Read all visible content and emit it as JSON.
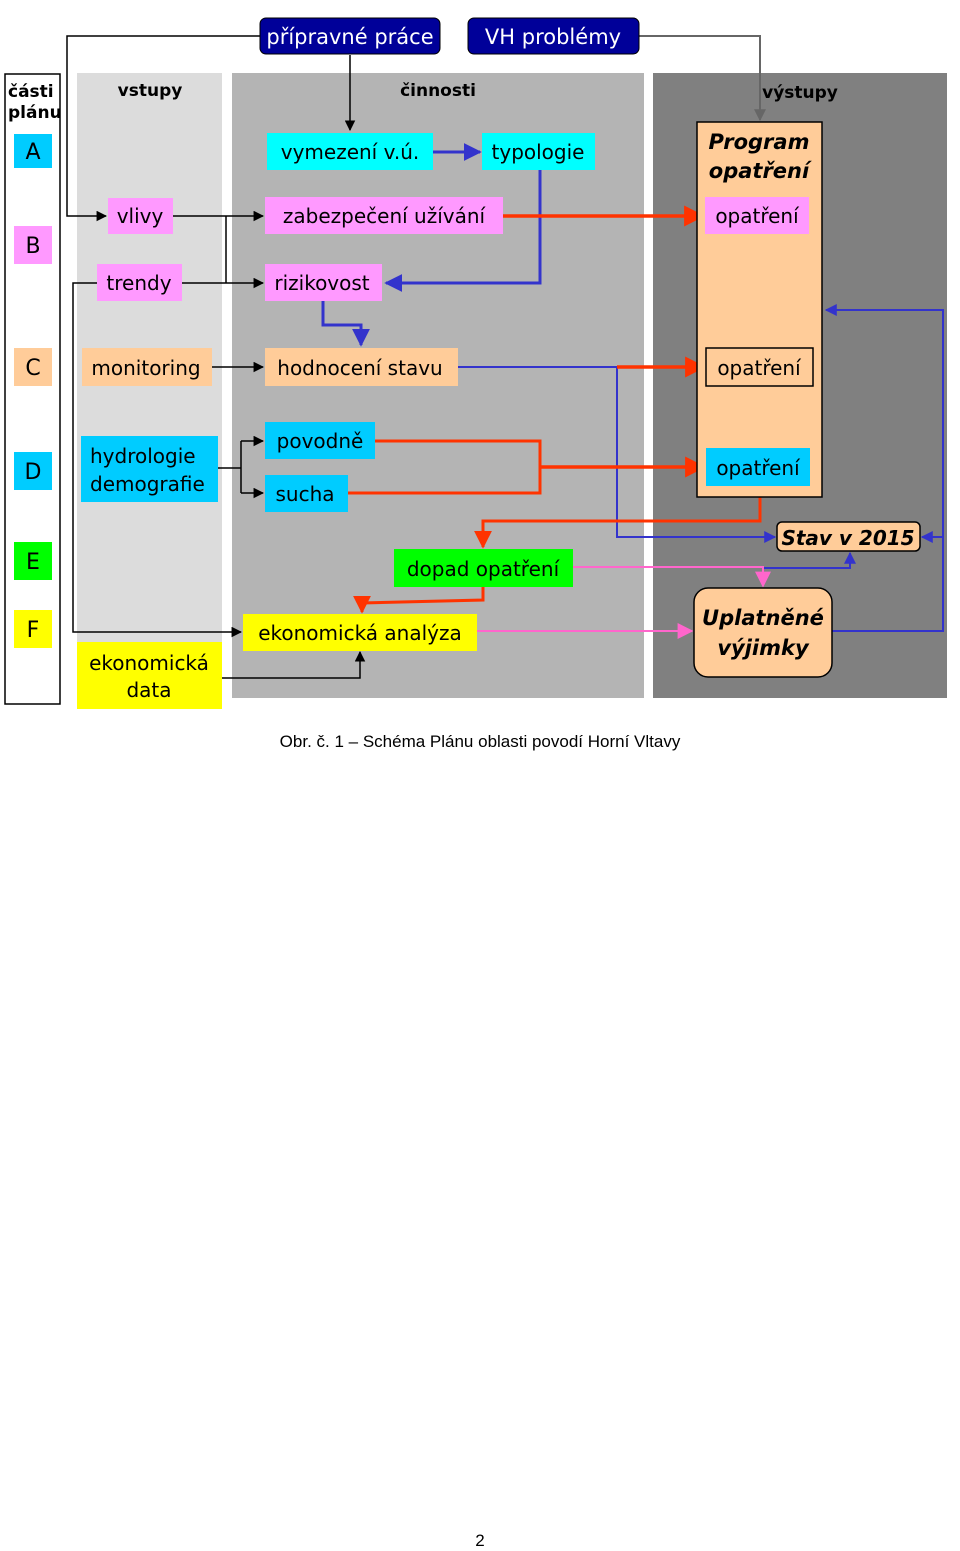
{
  "diagram": {
    "columns": {
      "parts": "části plánu",
      "inputs": "vstupy",
      "activities": "činnosti",
      "outputs": "výstupy"
    },
    "top_boxes": {
      "preparatory": "přípravné práce",
      "water_problems": "VH problémy"
    },
    "plan_parts": [
      "A",
      "B",
      "C",
      "D",
      "E",
      "F"
    ],
    "inputs": {
      "influences": "vlivy",
      "trends": "trendy",
      "monitoring": "monitoring",
      "hydrology_line1": "hydrologie",
      "hydrology_line2": "demografie",
      "econ_data_line1": "ekonomická",
      "econ_data_line2": "data"
    },
    "activities": {
      "delineation": "vymezení v.ú.",
      "typology": "typologie",
      "use_security": "zabezpečení užívání",
      "riskiness": "rizikovost",
      "status_assessment": "hodnocení stavu",
      "floods": "povodně",
      "droughts": "sucha",
      "measure_impact": "dopad opatření",
      "econ_analysis": "ekonomická analýza"
    },
    "outputs": {
      "program_line1": "Program",
      "program_line2": "opatření",
      "measure_1": "opatření",
      "measure_2": "opatření",
      "measure_3": "opatření",
      "status_2015": "Stav v 2015",
      "exemptions_line1": "Uplatněné",
      "exemptions_line2": "výjimky"
    },
    "colors": {
      "cyan_box": "#00ccff",
      "pink_box": "#ff99ff",
      "peach_box": "#ffcc99",
      "green_box": "#00ff00",
      "yellow_box": "#ffff00",
      "navy_box": "#000099",
      "red_arrow": "#ff3300",
      "blue_arrow": "#3333cc",
      "pink_arrow": "#ff66cc",
      "gray_arrow": "#666666"
    }
  },
  "caption": "Obr. č. 1 – Schéma Plánu oblasti povodí Horní Vltavy",
  "page_number": "2"
}
